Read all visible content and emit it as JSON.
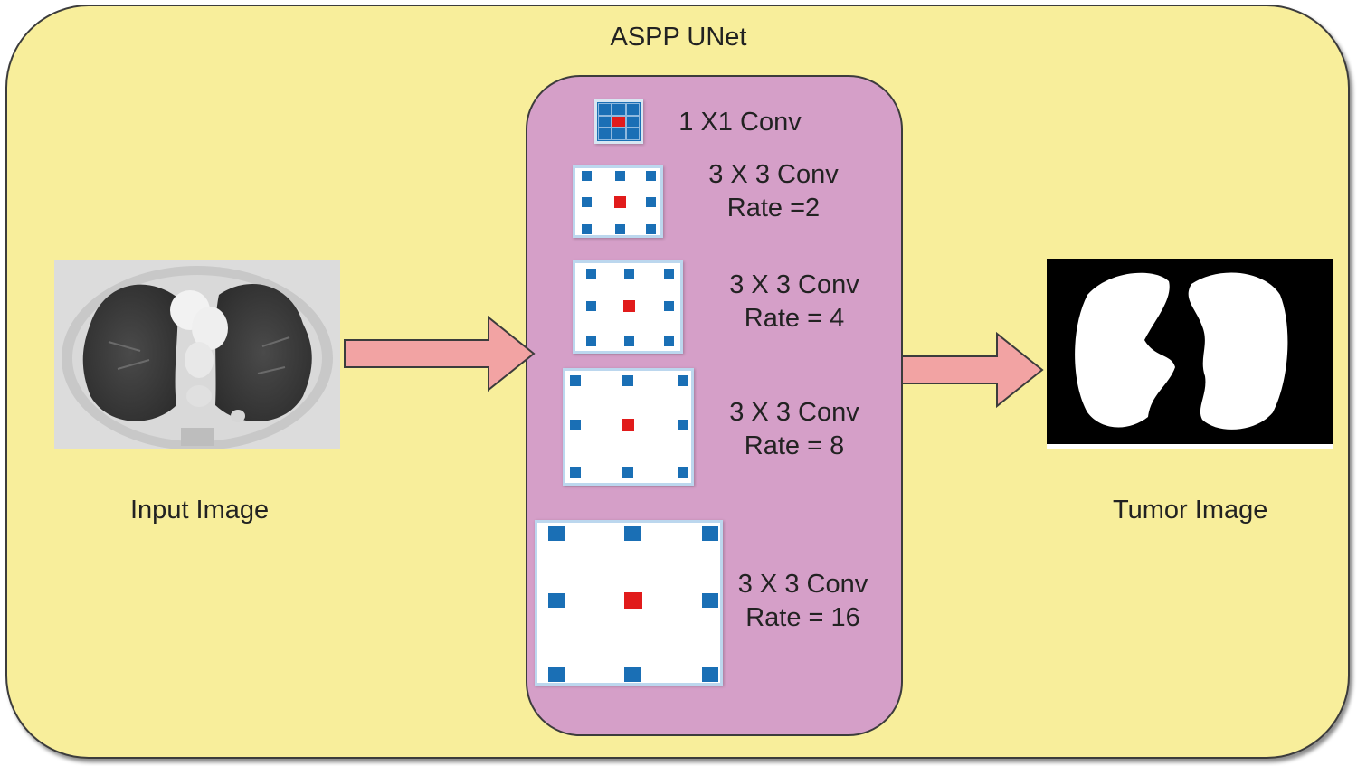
{
  "title": "ASPP UNet",
  "kernels": [
    {
      "line1": "1 X1 Conv",
      "line2": ""
    },
    {
      "line1": "3 X 3 Conv",
      "line2": "Rate =2"
    },
    {
      "line1": "3 X 3 Conv",
      "line2": "Rate = 4"
    },
    {
      "line1": "3 X 3 Conv",
      "line2": "Rate = 8"
    },
    {
      "line1": "3 X 3 Conv",
      "line2": "Rate = 16"
    }
  ],
  "input_caption": "Input Image",
  "output_caption": "Tumor Image",
  "colors": {
    "background": "#f8ee9b",
    "aspp_block": "#d59fc8",
    "arrow": "#f2a3a3",
    "kernel_dot": "#1a6fb5",
    "kernel_center": "#e11b1b"
  }
}
